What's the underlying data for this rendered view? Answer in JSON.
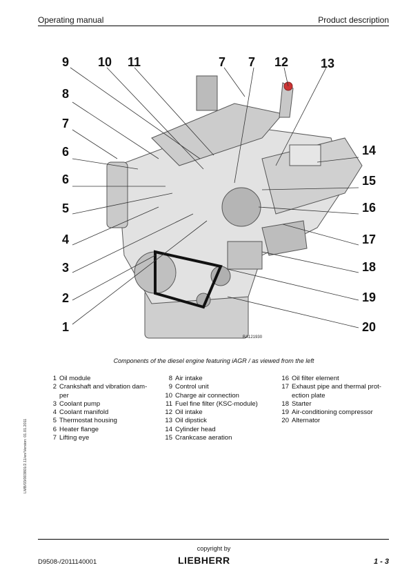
{
  "header": {
    "left": "Operating manual",
    "right": "Product description"
  },
  "figure": {
    "code": "BA121930",
    "callouts": [
      "9",
      "10",
      "11",
      "7",
      "7",
      "12",
      "13",
      "8",
      "7",
      "6",
      "6",
      "5",
      "4",
      "3",
      "2",
      "1",
      "14",
      "15",
      "16",
      "17",
      "18",
      "19",
      "20"
    ]
  },
  "caption": "Components of the diesel engine featuring iAGR / as viewed from the left",
  "legend": {
    "col1": [
      {
        "num": "1",
        "text": "Oil module"
      },
      {
        "num": "2",
        "text": "Crankshaft and vibration dam-\nper"
      },
      {
        "num": "3",
        "text": "Coolant pump"
      },
      {
        "num": "4",
        "text": "Coolant manifold"
      },
      {
        "num": "5",
        "text": "Thermostat housing"
      },
      {
        "num": "6",
        "text": "Heater flange"
      },
      {
        "num": "7",
        "text": "Lifting eye"
      }
    ],
    "col2": [
      {
        "num": "8",
        "text": "Air intake"
      },
      {
        "num": "9",
        "text": "Control unit"
      },
      {
        "num": "10",
        "text": "Charge air connection"
      },
      {
        "num": "11",
        "text": "Fuel fine filter (KSC-module)"
      },
      {
        "num": "12",
        "text": "Oil intake"
      },
      {
        "num": "13",
        "text": "Oil dipstick"
      },
      {
        "num": "14",
        "text": "Cylinder head"
      },
      {
        "num": "15",
        "text": "Crankcase aeration"
      }
    ],
    "col3": [
      {
        "num": "16",
        "text": "Oil filter element"
      },
      {
        "num": "17",
        "text": "Exhaust pipe and thermal prot-\nection plate"
      },
      {
        "num": "18",
        "text": "Starter"
      },
      {
        "num": "19",
        "text": "Air-conditioning compressor"
      },
      {
        "num": "20",
        "text": "Alternator"
      }
    ]
  },
  "side_text": "LMB/03/003801/2.11/en/Version: 01.01.2011",
  "footer": {
    "copyright": "copyright by",
    "brand": "LIEBHERR",
    "doc_number": "D9508-/2011140001",
    "page": "1 - 3"
  }
}
